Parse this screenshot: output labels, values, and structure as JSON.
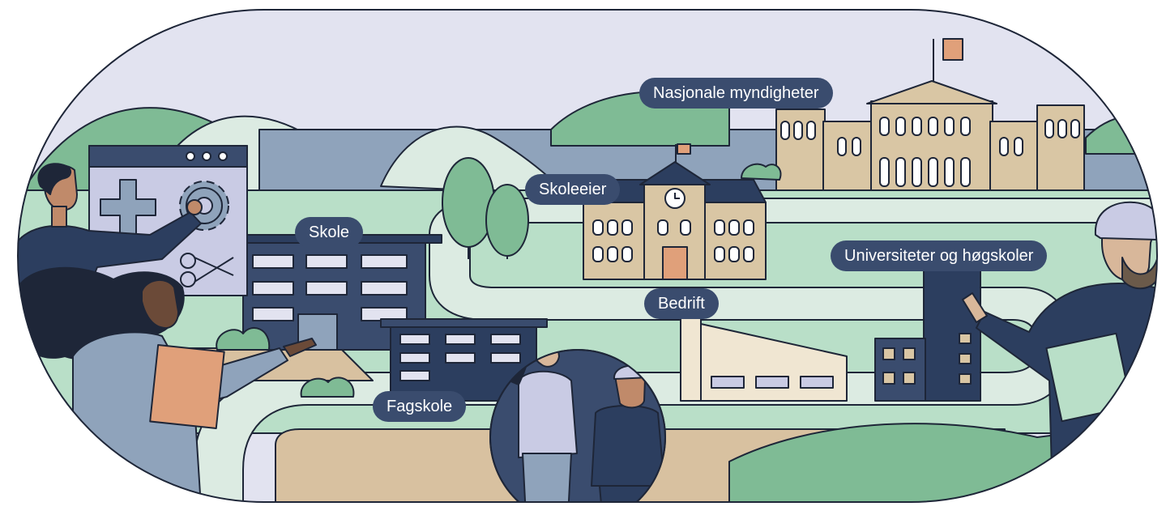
{
  "labels": {
    "national_authorities": "Nasjonale myndigheter",
    "school_owner": "Skoleeier",
    "school": "Skole",
    "business": "Bedrift",
    "universities": "Universiteter og høgskoler",
    "vocational_school": "Fagskole"
  },
  "colors": {
    "sky": "#e2e3f0",
    "hill_dark": "#7fbb95",
    "hill_light": "#b9dfc8",
    "path": "#dcebe2",
    "sand": "#d8c1a0",
    "navy": "#3a4c6e",
    "navy_dark": "#2c3e5f",
    "building_tan": "#d9c6a4",
    "flag": "#e0a07a",
    "outline": "#1e2638"
  },
  "icons": [
    "plus-icon",
    "gear-icon",
    "scissors-icon",
    "clock-icon",
    "hard-hat-icon",
    "clipboard-icon"
  ]
}
